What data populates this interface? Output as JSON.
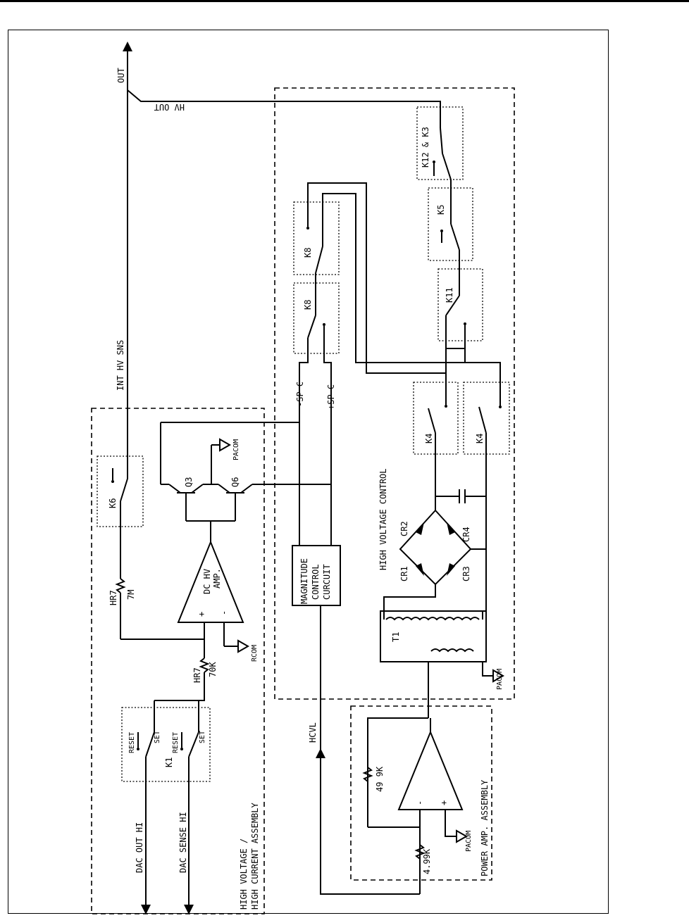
{
  "diagram": {
    "signals": {
      "out": "OUT",
      "hv_out": "HV OUT",
      "int_hv_sns": "INT HV SNS",
      "minus_sp_c": "-SP C",
      "plus_sp_c": "+SP C",
      "hcvl": "HCVL",
      "dac_out_hi": "DAC OUT HI",
      "dac_sense_hi": "DAC SENSE HI"
    },
    "relays": {
      "k1": "K1",
      "k1_reset_a": "RESET",
      "k1_set_a": "SET",
      "k1_reset_b": "RESET",
      "k1_set_b": "SET",
      "k6": "K6",
      "k8_a": "K8",
      "k8_b": "K8",
      "k4_a": "K4",
      "k4_b": "K4",
      "k11": "K11",
      "k5": "K5",
      "k12_k3": "K12 & K3"
    },
    "components": {
      "hr7_7m_ref": "HR7",
      "hr7_7m_val": "7M",
      "hr7_70k_ref": "HR7",
      "hr7_70k_val": "70K",
      "q3": "Q3",
      "q6": "Q6",
      "amp_line1": "DC HV",
      "amp_line2": "AMP.",
      "amp_plus": "+",
      "amp_minus": "-",
      "mag_line1": "MAGNITUDE",
      "mag_line2": "CONTROL",
      "mag_line3": "CURCUIT",
      "cr1": "CR1",
      "cr2": "CR2",
      "cr3": "CR3",
      "cr4": "CR4",
      "t1": "T1",
      "r_49_9k": "49 9K",
      "r_4_99k": "4.99K",
      "pa_plus": "+",
      "pa_minus": "-"
    },
    "grounds": {
      "pacom_q": "PACOM",
      "rcom": "RCOM",
      "pacom_t1": "PACOM",
      "pacom_pa": "PACOM"
    },
    "assemblies": {
      "hv_hc_line1": "HIGH VOLTAGE /",
      "hv_hc_line2": "HIGH CURRENT ASSEMBLY",
      "hv_control": "HIGH VOLTAGE CONTROL",
      "power_amp": "POWER AMP. ASSEMBLY"
    }
  }
}
